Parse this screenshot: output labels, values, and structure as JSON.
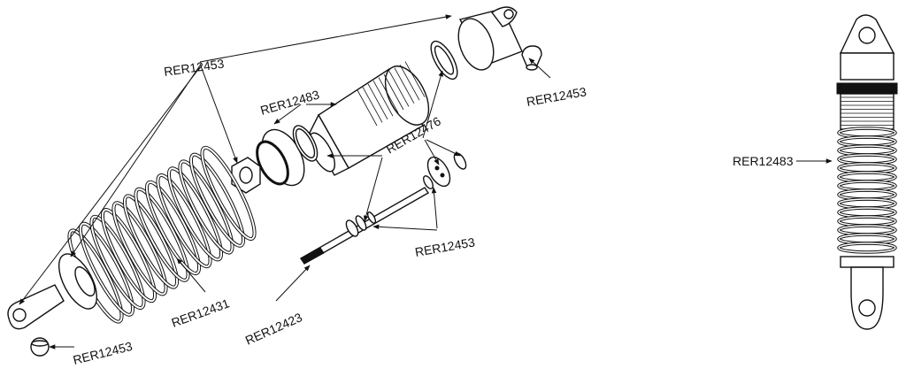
{
  "labels": {
    "top_body_cap": "RER12453",
    "top_ball": "RER12453",
    "collar": "RER12483",
    "seals": "RER12476",
    "shaft_parts": "RER12453",
    "spring": "RER12431",
    "shaft": "RER12423",
    "bottom_ball": "RER12453",
    "assembled_collar": "RER12483"
  },
  "colors": {
    "ink": "#111111",
    "paper": "#ffffff"
  }
}
